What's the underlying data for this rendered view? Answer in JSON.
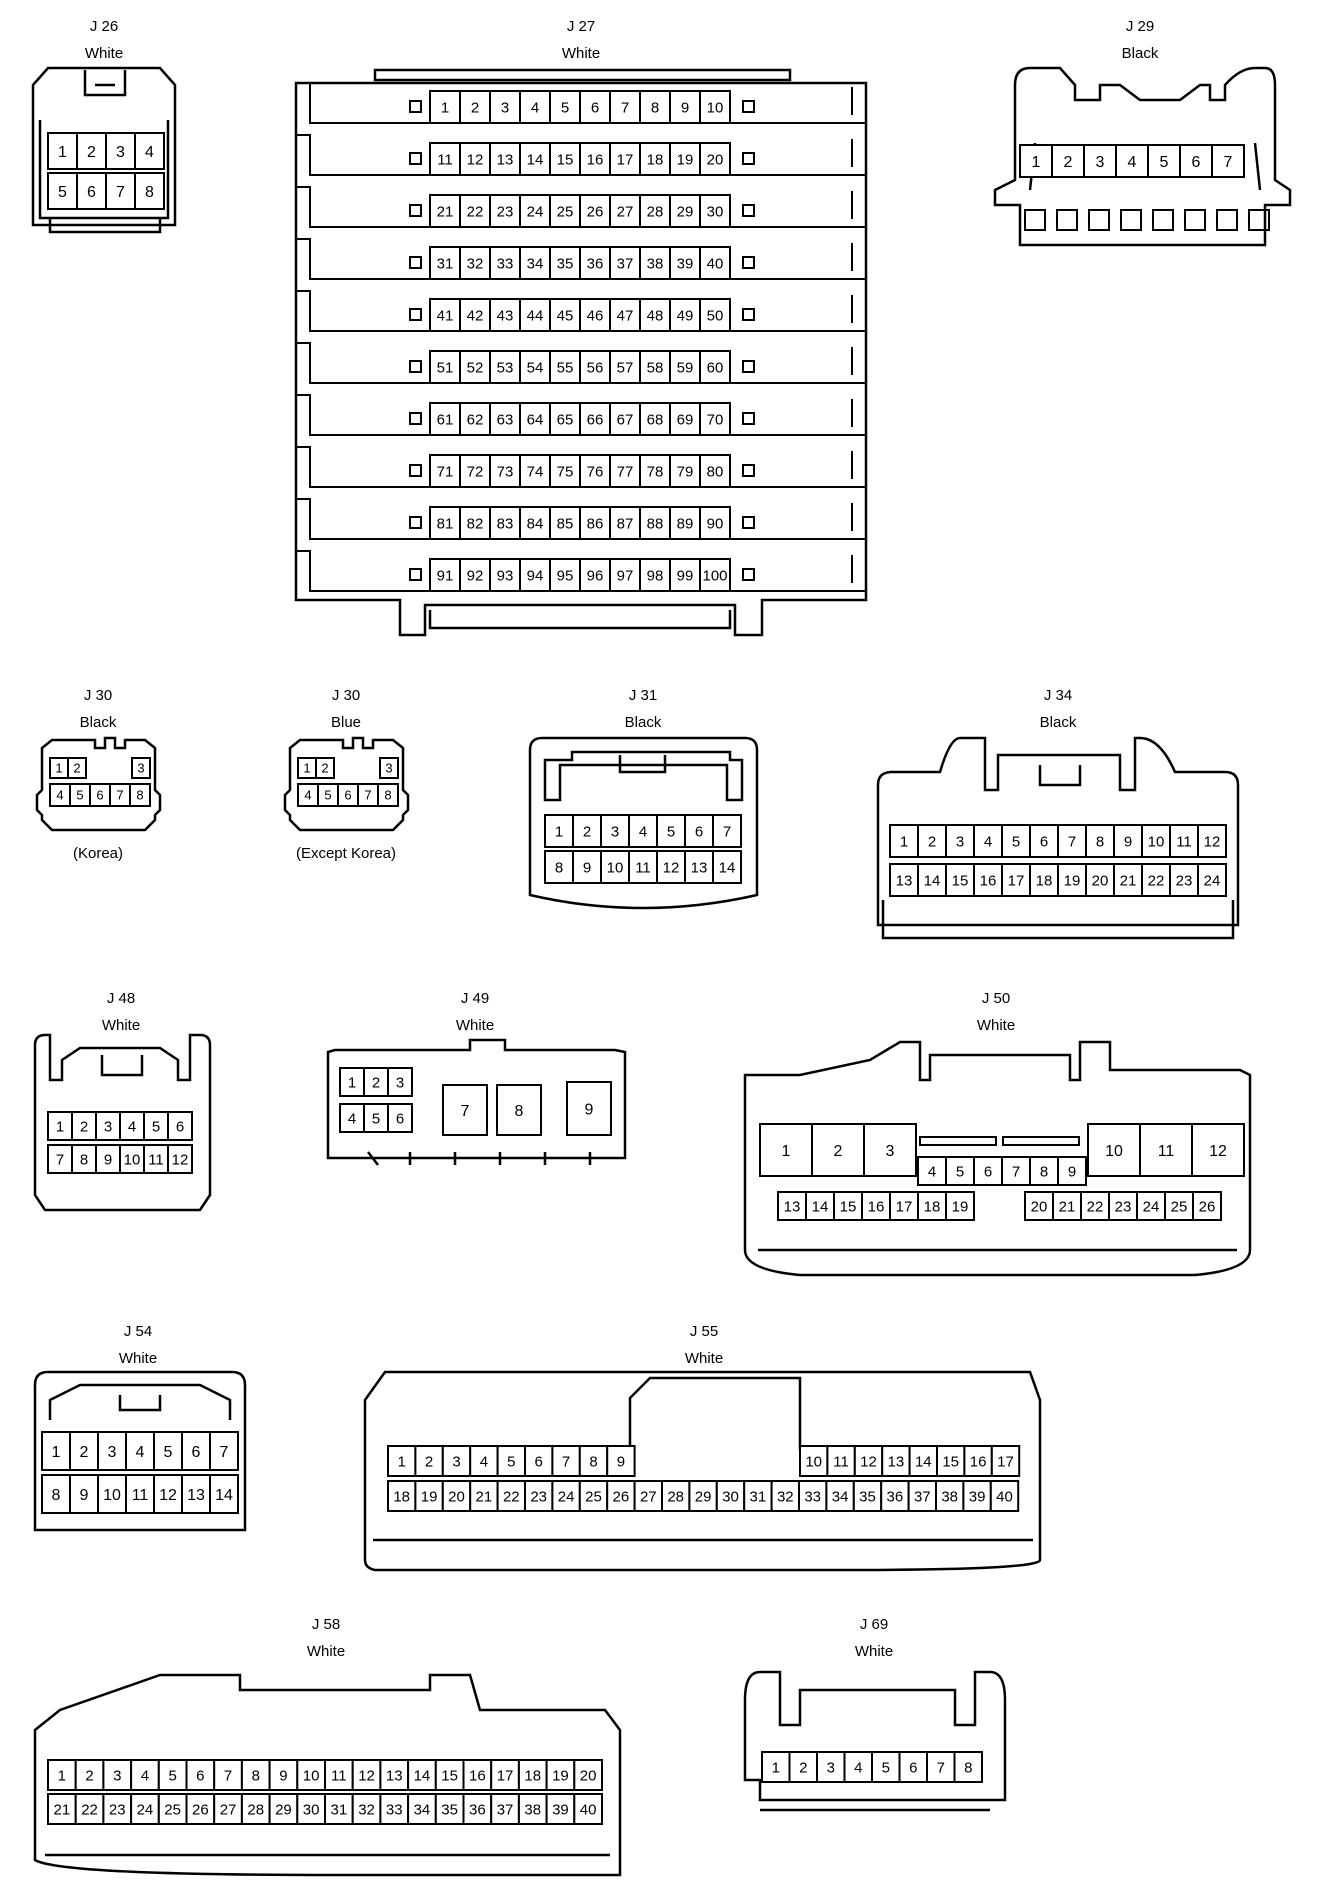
{
  "connectors": [
    {
      "id": "J26",
      "name": "J 26",
      "color": "White",
      "note": ""
    },
    {
      "id": "J27",
      "name": "J 27",
      "color": "White",
      "note": ""
    },
    {
      "id": "J29",
      "name": "J 29",
      "color": "Black",
      "note": ""
    },
    {
      "id": "J30a",
      "name": "J 30",
      "color": "Black",
      "note": "(Korea)"
    },
    {
      "id": "J30b",
      "name": "J 30",
      "color": "Blue",
      "note": "(Except Korea)"
    },
    {
      "id": "J31",
      "name": "J 31",
      "color": "Black",
      "note": ""
    },
    {
      "id": "J34",
      "name": "J 34",
      "color": "Black",
      "note": ""
    },
    {
      "id": "J48",
      "name": "J 48",
      "color": "White",
      "note": ""
    },
    {
      "id": "J49",
      "name": "J 49",
      "color": "White",
      "note": ""
    },
    {
      "id": "J50",
      "name": "J 50",
      "color": "White",
      "note": ""
    },
    {
      "id": "J54",
      "name": "J 54",
      "color": "White",
      "note": ""
    },
    {
      "id": "J55",
      "name": "J 55",
      "color": "White",
      "note": ""
    },
    {
      "id": "J58",
      "name": "J 58",
      "color": "White",
      "note": ""
    },
    {
      "id": "J69",
      "name": "J 69",
      "color": "White",
      "note": ""
    }
  ]
}
